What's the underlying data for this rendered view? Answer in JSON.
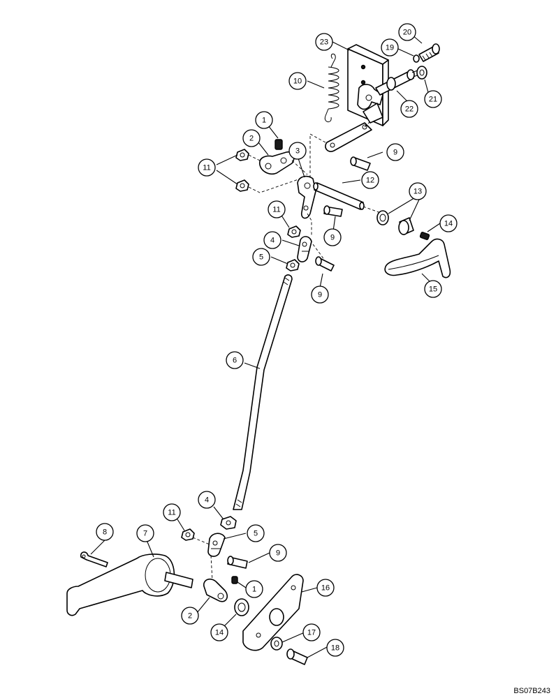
{
  "diagram": {
    "reference_code": "BS07B243",
    "callouts": [
      {
        "id": "c20",
        "label": "20"
      },
      {
        "id": "c23",
        "label": "23"
      },
      {
        "id": "c19",
        "label": "19"
      },
      {
        "id": "c10",
        "label": "10"
      },
      {
        "id": "c21",
        "label": "21"
      },
      {
        "id": "c22",
        "label": "22"
      },
      {
        "id": "c1a",
        "label": "1"
      },
      {
        "id": "c2a",
        "label": "2"
      },
      {
        "id": "c9a",
        "label": "9"
      },
      {
        "id": "c3",
        "label": "3"
      },
      {
        "id": "c11a",
        "label": "11"
      },
      {
        "id": "c12",
        "label": "12"
      },
      {
        "id": "c13",
        "label": "13"
      },
      {
        "id": "c11b",
        "label": "11"
      },
      {
        "id": "c14a",
        "label": "14"
      },
      {
        "id": "c9b",
        "label": "9"
      },
      {
        "id": "c4a",
        "label": "4"
      },
      {
        "id": "c5a",
        "label": "5"
      },
      {
        "id": "c15",
        "label": "15"
      },
      {
        "id": "c9c",
        "label": "9"
      },
      {
        "id": "c6",
        "label": "6"
      },
      {
        "id": "c4b",
        "label": "4"
      },
      {
        "id": "c11c",
        "label": "11"
      },
      {
        "id": "c5b",
        "label": "5"
      },
      {
        "id": "c8",
        "label": "8"
      },
      {
        "id": "c7",
        "label": "7"
      },
      {
        "id": "c9d",
        "label": "9"
      },
      {
        "id": "c1b",
        "label": "1"
      },
      {
        "id": "c16",
        "label": "16"
      },
      {
        "id": "c2b",
        "label": "2"
      },
      {
        "id": "c14b",
        "label": "14"
      },
      {
        "id": "c17",
        "label": "17"
      },
      {
        "id": "c18",
        "label": "18"
      }
    ]
  }
}
